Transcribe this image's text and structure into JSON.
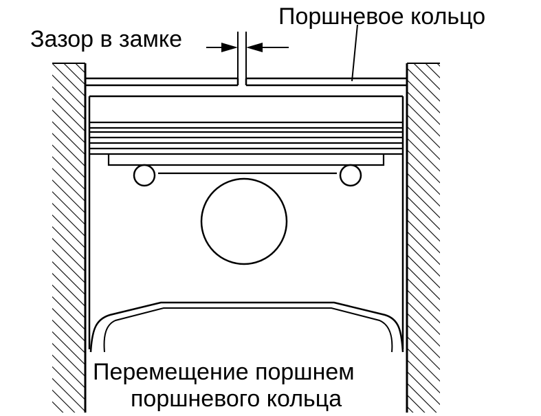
{
  "labels": {
    "piston_ring": "Поршневое кольцо",
    "end_gap": "Зазор в замке",
    "bottom_line1": "Перемещение поршнем",
    "bottom_line2": "поршневого кольца"
  },
  "colors": {
    "ink": "#000000",
    "background": "#ffffff"
  }
}
